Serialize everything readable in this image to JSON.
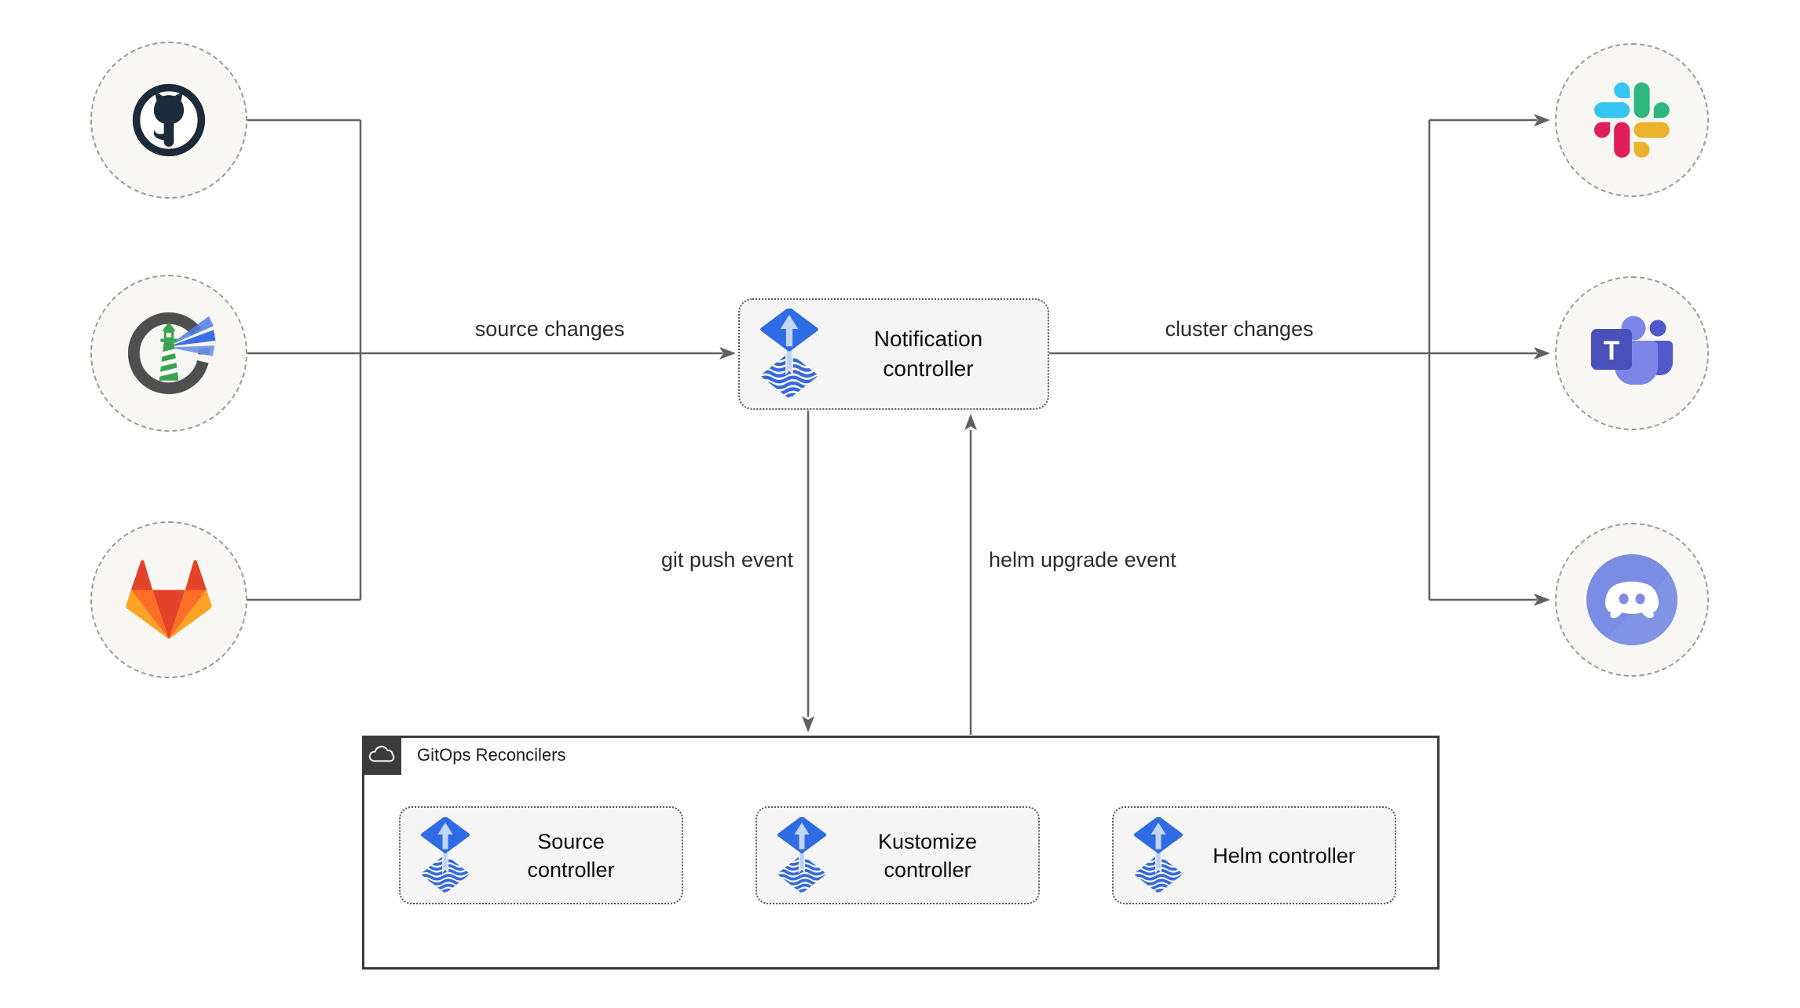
{
  "edge_labels": {
    "source_changes": "source changes",
    "cluster_changes": "cluster changes",
    "git_push": "git push event",
    "helm_upgrade": "helm upgrade event"
  },
  "notification_controller": {
    "label": "Notification controller",
    "icon": "flux-icon"
  },
  "reconcilers": {
    "title": "GitOps Reconcilers",
    "badge_icon": "cloud-icon",
    "items": [
      {
        "label": "Source controller",
        "icon": "flux-icon"
      },
      {
        "label": "Kustomize controller",
        "icon": "flux-icon"
      },
      {
        "label": "Helm controller",
        "icon": "flux-icon"
      }
    ]
  },
  "icons": {
    "sources": [
      "github-icon",
      "harbor-icon",
      "gitlab-icon"
    ],
    "targets": [
      "slack-icon",
      "teams-icon",
      "discord-icon"
    ],
    "teams_letter": "T"
  },
  "colors": {
    "flux_blue": "#2e6be5",
    "flux_arrow_light": "#c3d4f6",
    "connector_gray": "#616161",
    "node_fill": "#f5f5f5",
    "circle_fill": "#f8f7f4",
    "circle_dash": "#9b9b9b",
    "gitops_border": "#3a3a3a",
    "github_dark": "#1b2b3a",
    "harbor_green": "#3aa34f",
    "harbor_ring": "#4f4f4f",
    "harbor_beam": "#4c7ce8",
    "gitlab": [
      "#e24329",
      "#fc6d26",
      "#fca326"
    ],
    "slack": [
      "#36c5f0",
      "#2eb67d",
      "#ecb22e",
      "#e01e5a"
    ],
    "teams_square": "#4950b9",
    "teams_light": "#7d86e8",
    "teams_medium": "#5059c9",
    "discord_blue": "#7b8ce4"
  }
}
